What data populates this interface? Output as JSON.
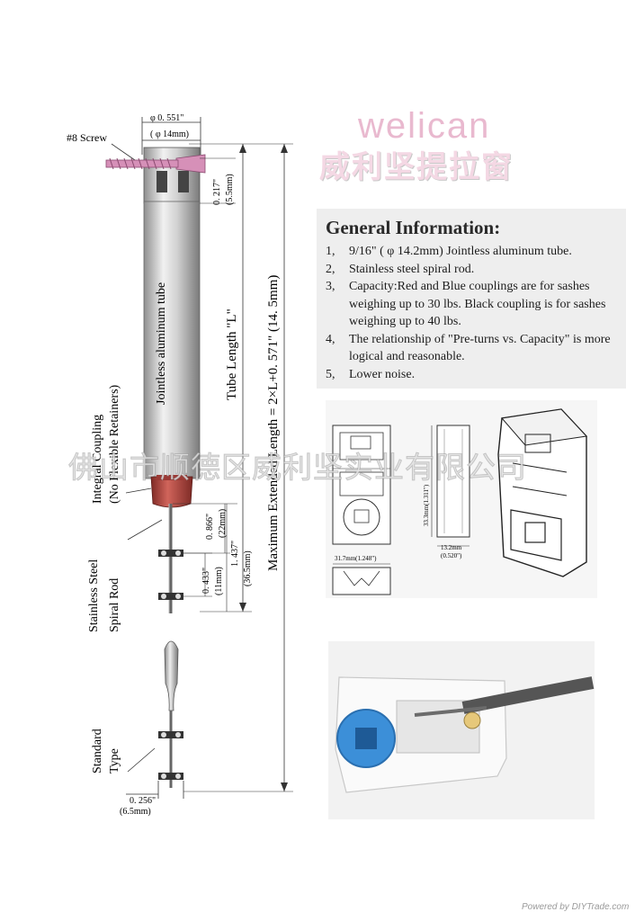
{
  "brand": {
    "name_en": "welican",
    "name_cn": "威利坚提拉窗"
  },
  "general_info": {
    "title": "General  Information:",
    "items": [
      {
        "num": "1,",
        "text": "9/16\" ( φ 14.2mm) Jointless aluminum tube."
      },
      {
        "num": "2,",
        "text": "Stainless steel spiral rod."
      },
      {
        "num": "3,",
        "text": "Capacity:Red and Blue couplings are for sashes weighing up to 30 lbs. Black coupling is for sashes weighing up to 40 lbs."
      },
      {
        "num": "4,",
        "text": "The relationship of \"Pre-turns vs. Capacity\" is more logical and reasonable."
      },
      {
        "num": "5,",
        "text": "Lower noise."
      }
    ]
  },
  "diagram": {
    "screw": "#8 Screw",
    "dia_in": "φ 0. 551\"",
    "dia_mm": "( φ 14mm)",
    "top_in": "0. 217\"",
    "top_mm": "(5.5mm)",
    "tube_label": "Jointless  aluminum  tube",
    "tube_length": "Tube  Length  \"L\"",
    "max_length": "Maximum  Extended  Length = 2×L+0. 571\" (14. 5mm)",
    "coupling_1": "Integral  Coupling",
    "coupling_2": "(No Flexible Retainers)",
    "rod_1": "Stainless  Steel",
    "rod_2": "Spiral  Rod",
    "dim1_in": "0. 866\"",
    "dim1_mm": "(22mm)",
    "dim2_in": "1. 437\"",
    "dim2_mm": "(36.5mm)",
    "dim3_in": "0. 433\"",
    "dim3_mm": "(11mm)",
    "std_1": "Standard",
    "std_2": "Type",
    "bot_in": "0. 256\"",
    "bot_mm": "(6.5mm)"
  },
  "drawings": {
    "width_label": "31.7mm(1.248\")",
    "height_label": "33.3mm(1.311\")",
    "depth_label": "13.2mm",
    "depth_in": "(0.520\")"
  },
  "watermark": "佛山市顺德区威利坚实业有限公司",
  "footer": "Powered by DIYTrade.com",
  "colors": {
    "coupling_red": "#b8463f",
    "tube_gray": "#d2d2d2",
    "blue_coupling": "#3c8fd8",
    "screw_pink": "#d690b8"
  }
}
